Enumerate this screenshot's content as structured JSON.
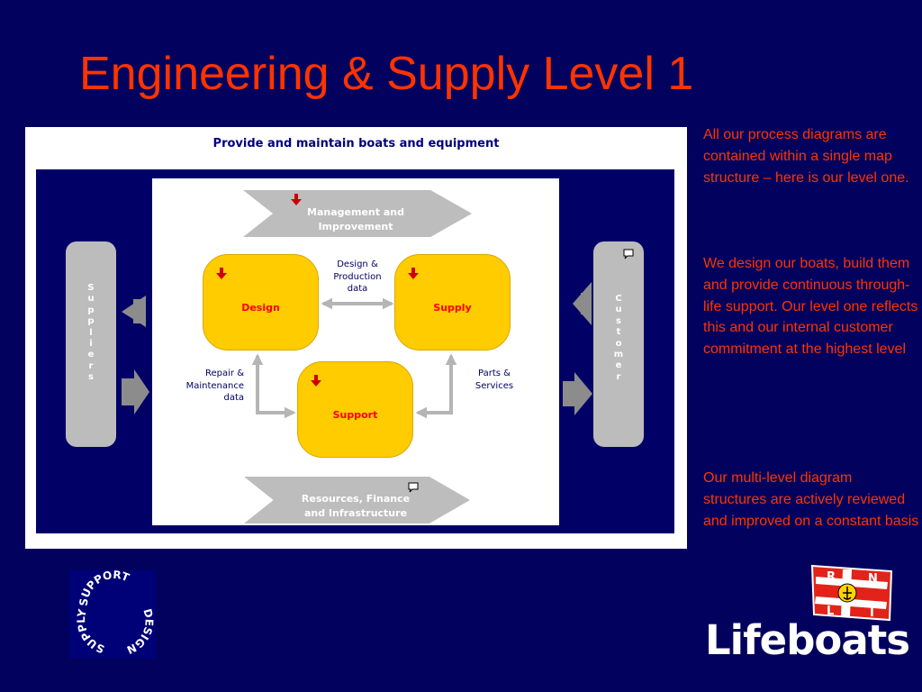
{
  "slide": {
    "title": "Engineering & Supply Level 1"
  },
  "diagram": {
    "heading": "Provide and maintain boats and equipment",
    "suppliers_letters": [
      "S",
      "u",
      "p",
      "p",
      "l",
      "i",
      "e",
      "r",
      "s"
    ],
    "customer_letters": [
      "C",
      "u",
      "s",
      "t",
      "o",
      "m",
      "e",
      "r"
    ],
    "top_band": {
      "line1": "Management and",
      "line2": "Improvement"
    },
    "bottom_band": {
      "line1": "Resources, Finance",
      "line2": "and Infrastructure"
    },
    "boxes": {
      "design": "Design",
      "supply": "Supply",
      "support": "Support"
    },
    "flows": {
      "design_supply": [
        "Design &",
        "Production",
        "data"
      ],
      "design_support": [
        "Repair &",
        "Maintenance",
        "data"
      ],
      "supply_support": [
        "Parts &",
        "Services"
      ]
    }
  },
  "text_blocks": [
    "All our process diagrams are contained within a single map structure – here is our level one.",
    "We design our boats, build them and provide continuous through-life support.  Our level one reflects this and our internal customer commitment at the highest level",
    "Our multi-level diagram structures are actively reviewed and improved on a constant basis"
  ],
  "logos": {
    "seal_words": [
      "SUPPORT",
      "DESIGN",
      "SUPPLY"
    ],
    "flag_letters": [
      "R",
      "N",
      "L",
      "I"
    ],
    "brand": "Lifeboats"
  },
  "colors": {
    "background": "#02025e",
    "title": "#ff3300",
    "box": "#ffcc00",
    "box_label": "#ff0000",
    "band": "#bdbdbd",
    "arrow_marker": "#cc0000",
    "flag_red": "#e2231a"
  }
}
